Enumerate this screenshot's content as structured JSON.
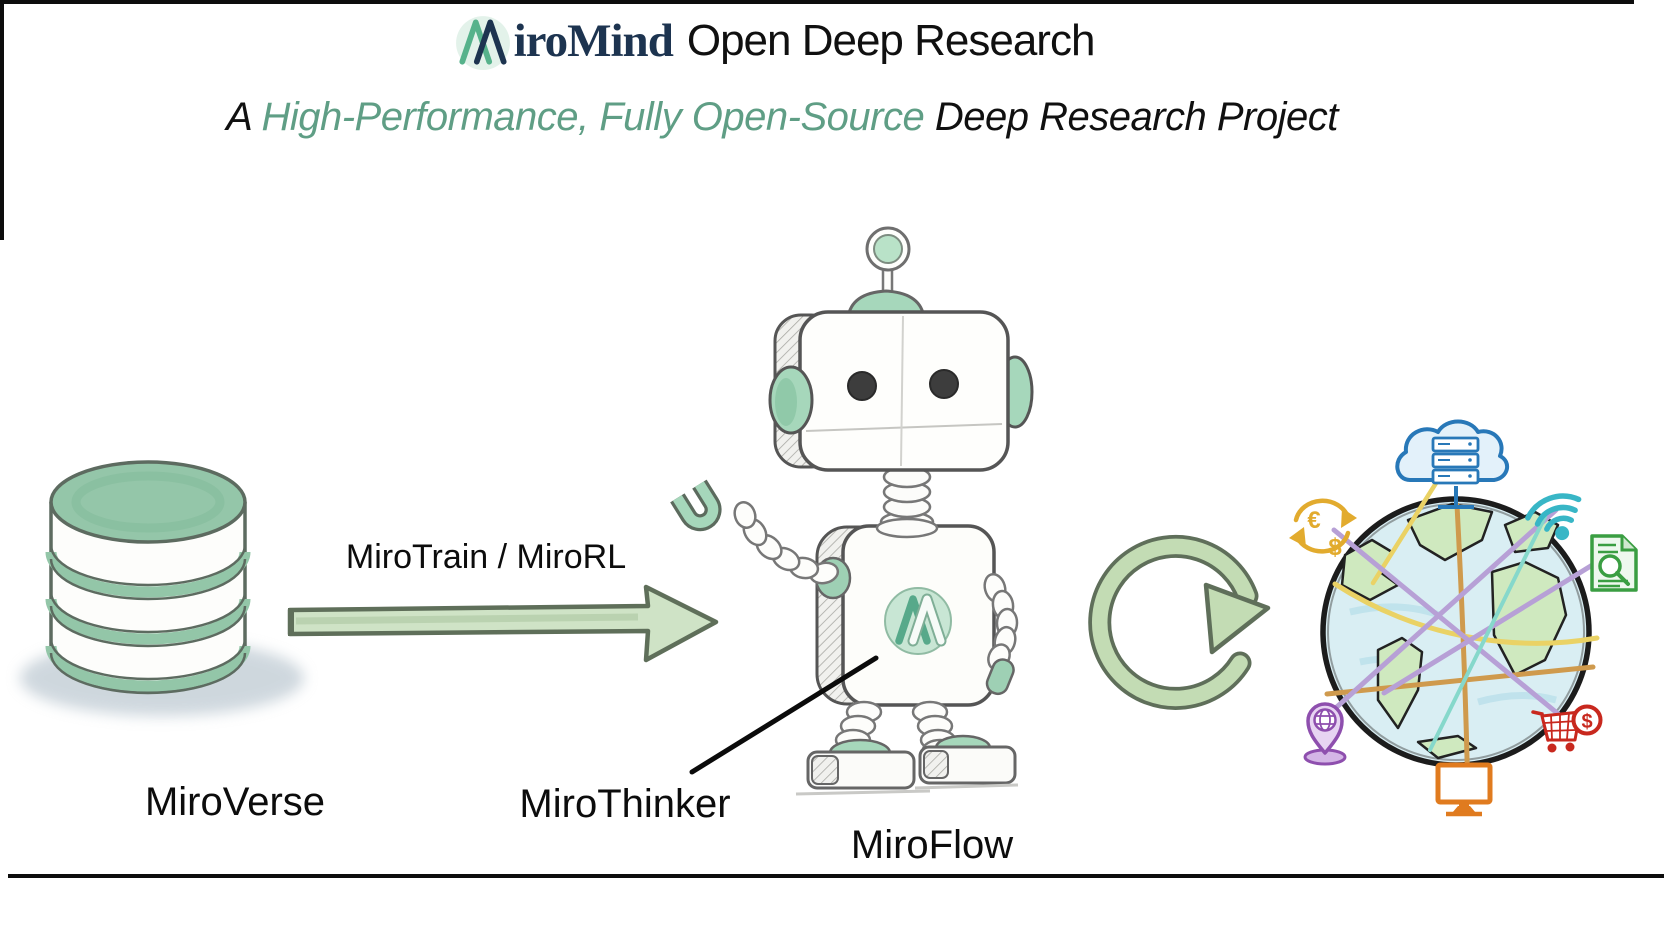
{
  "page": {
    "background": "#ffffff",
    "border_color": "#0d0d0d"
  },
  "header": {
    "logo_icon": "miromind-logo",
    "brand": "iroMind",
    "title_rest": "Open Deep Research",
    "brand_color": "#1d3450",
    "logo_green": "#56b28b"
  },
  "subtitle": {
    "prefix": "A ",
    "highlight": "High-Performance, Fully Open-Source",
    "suffix": " Deep Research Project",
    "highlight_color": "#5f9e85"
  },
  "labels": {
    "dataset": "MiroVerse",
    "training_pipeline": "MiroTrain / MiroRL",
    "model": "MiroThinker",
    "agent_framework": "MiroFlow"
  },
  "glyphs": {
    "euro": "€",
    "dollar": "$",
    "cart_dollar": "$"
  },
  "colors": {
    "sketch_green": "#a6d7bb",
    "arrow_fill": "#cfe3c6",
    "arrow_outline": "#5f6f5a",
    "database_top_green": "#94c6a9",
    "cloud_blue": "#2878b8",
    "wifi_teal": "#38b6c6",
    "currency_yellow": "#e2ab2e",
    "doc_green": "#3a9e42",
    "pin_purple": "#8e4fae",
    "cart_red": "#c8281e",
    "monitor_orange": "#e07b1f"
  }
}
